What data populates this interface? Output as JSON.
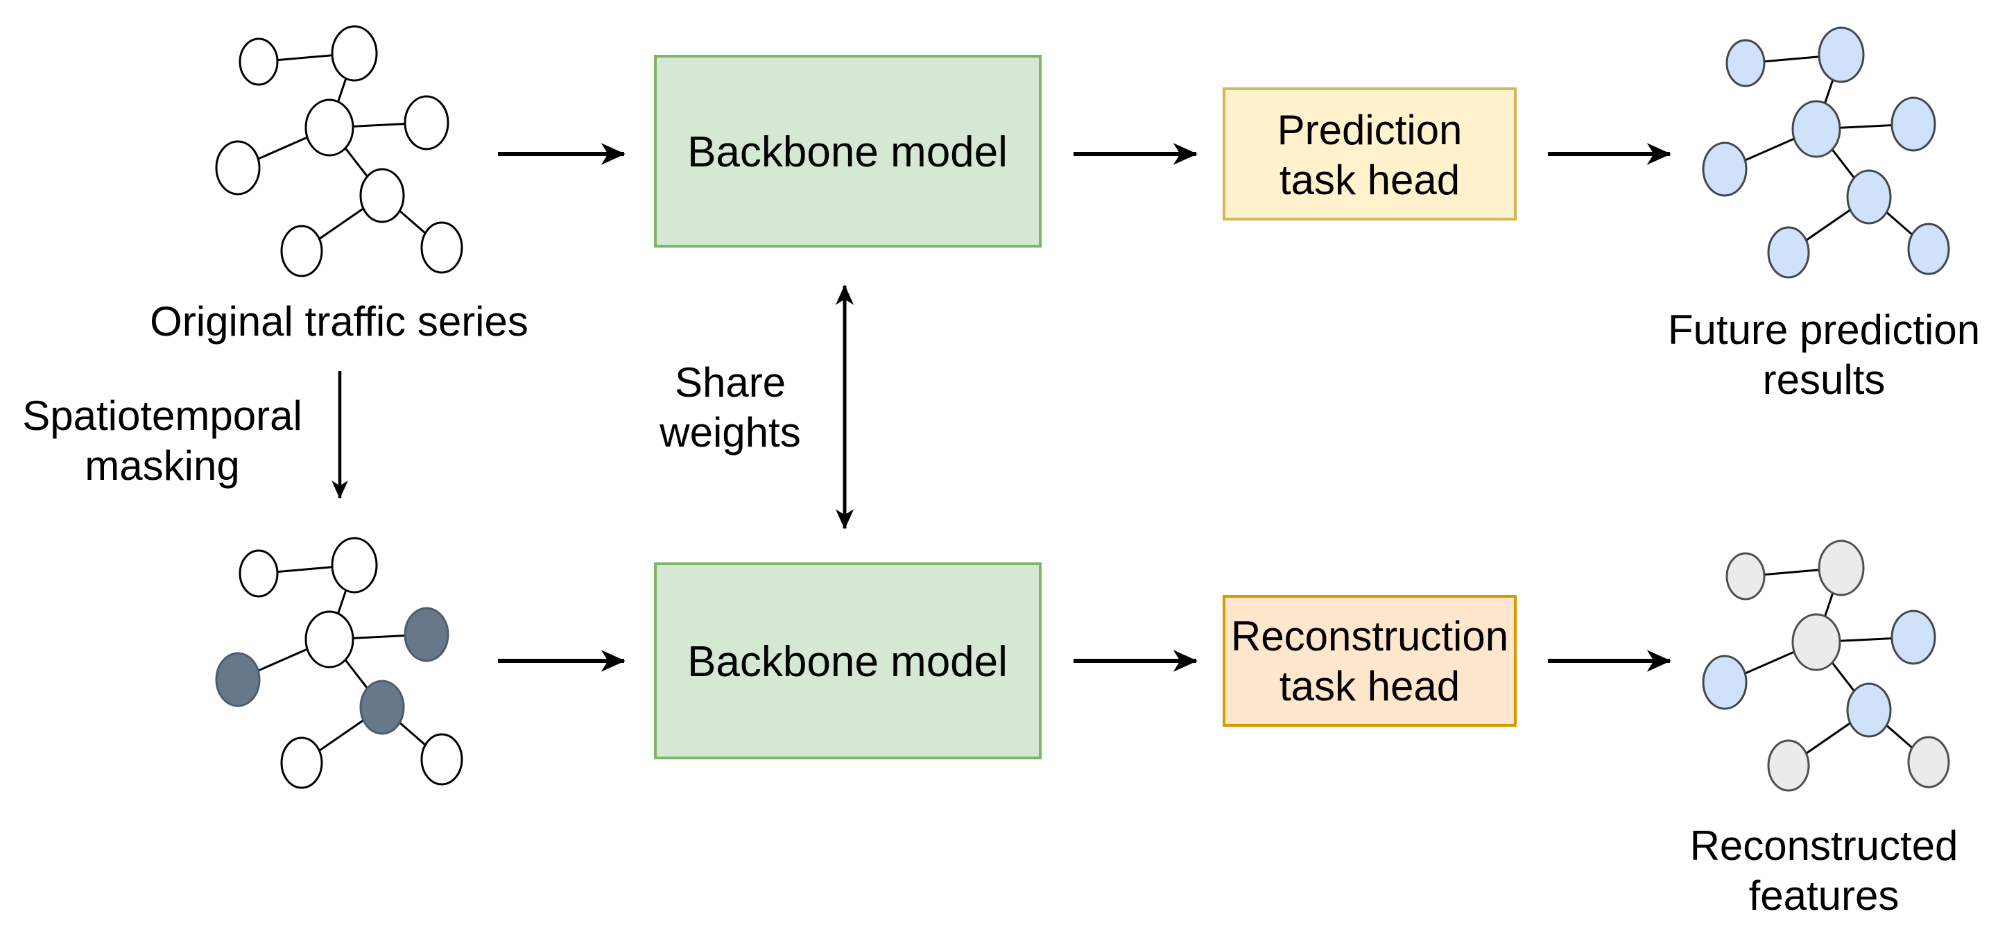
{
  "diagram": {
    "labels": {
      "original_series": "Original traffic series",
      "masking_line1": "Spatiotemporal",
      "masking_line2": "masking",
      "share_line1": "Share",
      "share_line2": "weights",
      "backbone_top": "Backbone model",
      "backbone_bottom": "Backbone model",
      "prediction_line1": "Prediction",
      "prediction_line2": "task head",
      "reconstruction_line1": "Reconstruction",
      "reconstruction_line2": "task head",
      "future_line1": "Future prediction",
      "future_line2": "results",
      "reconstructed_line1": "Reconstructed",
      "reconstructed_line2": "features"
    },
    "colors": {
      "backbone_fill": "#d5e8d4",
      "backbone_stroke": "#82b366",
      "prediction_fill": "#fff2cc",
      "prediction_stroke": "#d6b656",
      "reconstruction_fill": "#ffe6cc",
      "reconstruction_stroke": "#d79b00",
      "node_white_fill": "#ffffff",
      "node_white_stroke": "#000000",
      "node_masked_fill": "#66788a",
      "node_masked_stroke": "#4d5d6b",
      "node_blue_fill": "#cfe2f9",
      "node_blue_stroke": "#40474e",
      "node_gray_fill": "#ebebeb",
      "node_gray_stroke": "#4f4f4f",
      "edge": "#000000",
      "arrow": "#000000"
    }
  }
}
